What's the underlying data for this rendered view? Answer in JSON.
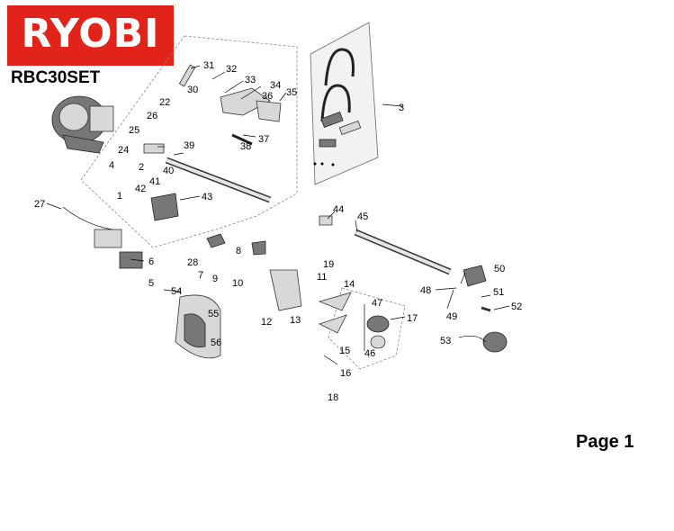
{
  "brand": {
    "logo_text": "RYOBI",
    "logo_color": "#e2231a"
  },
  "model": "RBC30SET",
  "page_label": "Page 1",
  "parts": [
    {
      "id": "p31",
      "label": "31"
    },
    {
      "id": "p32",
      "label": "32"
    },
    {
      "id": "p30",
      "label": "30"
    },
    {
      "id": "p33",
      "label": "33"
    },
    {
      "id": "p34",
      "label": "34"
    },
    {
      "id": "p35",
      "label": "35"
    },
    {
      "id": "p36",
      "label": "36"
    },
    {
      "id": "p22",
      "label": "22"
    },
    {
      "id": "p26",
      "label": "26"
    },
    {
      "id": "p25",
      "label": "25"
    },
    {
      "id": "p37",
      "label": "37"
    },
    {
      "id": "p38",
      "label": "38"
    },
    {
      "id": "p24",
      "label": "24"
    },
    {
      "id": "p39",
      "label": "39"
    },
    {
      "id": "p4",
      "label": "4"
    },
    {
      "id": "p2",
      "label": "2"
    },
    {
      "id": "p40",
      "label": "40"
    },
    {
      "id": "p41",
      "label": "41"
    },
    {
      "id": "p42",
      "label": "42"
    },
    {
      "id": "p43",
      "label": "43"
    },
    {
      "id": "p1",
      "label": "1"
    },
    {
      "id": "p27",
      "label": "27"
    },
    {
      "id": "p3",
      "label": "3"
    },
    {
      "id": "p44",
      "label": "44"
    },
    {
      "id": "p45",
      "label": "45"
    },
    {
      "id": "p28",
      "label": "28"
    },
    {
      "id": "p8",
      "label": "8"
    },
    {
      "id": "p6",
      "label": "6"
    },
    {
      "id": "p7",
      "label": "7"
    },
    {
      "id": "p19",
      "label": "19"
    },
    {
      "id": "p9",
      "label": "9"
    },
    {
      "id": "p10",
      "label": "10"
    },
    {
      "id": "p11",
      "label": "11"
    },
    {
      "id": "p5",
      "label": "5"
    },
    {
      "id": "p54",
      "label": "54"
    },
    {
      "id": "p50",
      "label": "50"
    },
    {
      "id": "p48",
      "label": "48"
    },
    {
      "id": "p51",
      "label": "51"
    },
    {
      "id": "p14",
      "label": "14"
    },
    {
      "id": "p47",
      "label": "47"
    },
    {
      "id": "p13",
      "label": "13"
    },
    {
      "id": "p52",
      "label": "52"
    },
    {
      "id": "p49",
      "label": "49"
    },
    {
      "id": "p55",
      "label": "55"
    },
    {
      "id": "p17",
      "label": "17"
    },
    {
      "id": "p12",
      "label": "12"
    },
    {
      "id": "p56",
      "label": "56"
    },
    {
      "id": "p53",
      "label": "53"
    },
    {
      "id": "p15",
      "label": "15"
    },
    {
      "id": "p46",
      "label": "46"
    },
    {
      "id": "p16",
      "label": "16"
    },
    {
      "id": "p18",
      "label": "18"
    }
  ]
}
